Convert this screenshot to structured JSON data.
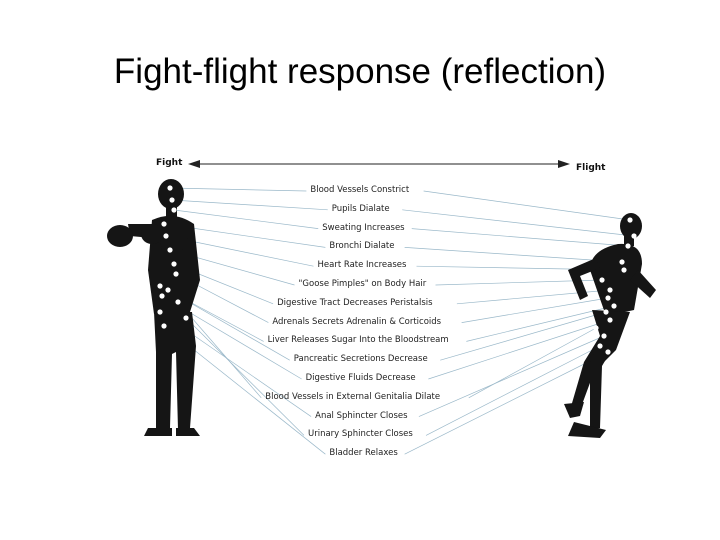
{
  "title": "Fight-flight response (reflection)",
  "axis": {
    "left": "Fight",
    "right": "Flight"
  },
  "responses": [
    "Blood Vessels Constrict",
    "Pupils Dialate",
    "Sweating Increases",
    "Bronchi Dialate",
    "Heart Rate Increases",
    "\"Goose Pimples\" on Body Hair",
    "Digestive Tract Decreases Peristalsis",
    "Adrenals Secrets Adrenalin & Corticoids",
    "Liver Releases Sugar Into the Bloodstream",
    "Pancreatic Secretions Decrease",
    "Digestive Fluids Decrease",
    "Blood Vessels in External Genitalia Dilate",
    "Anal Sphincter Closes",
    "Urinary Sphincter Closes",
    "Bladder Relaxes"
  ],
  "colors": {
    "silhouette": "#151515",
    "leader": "#9ab8c9"
  }
}
